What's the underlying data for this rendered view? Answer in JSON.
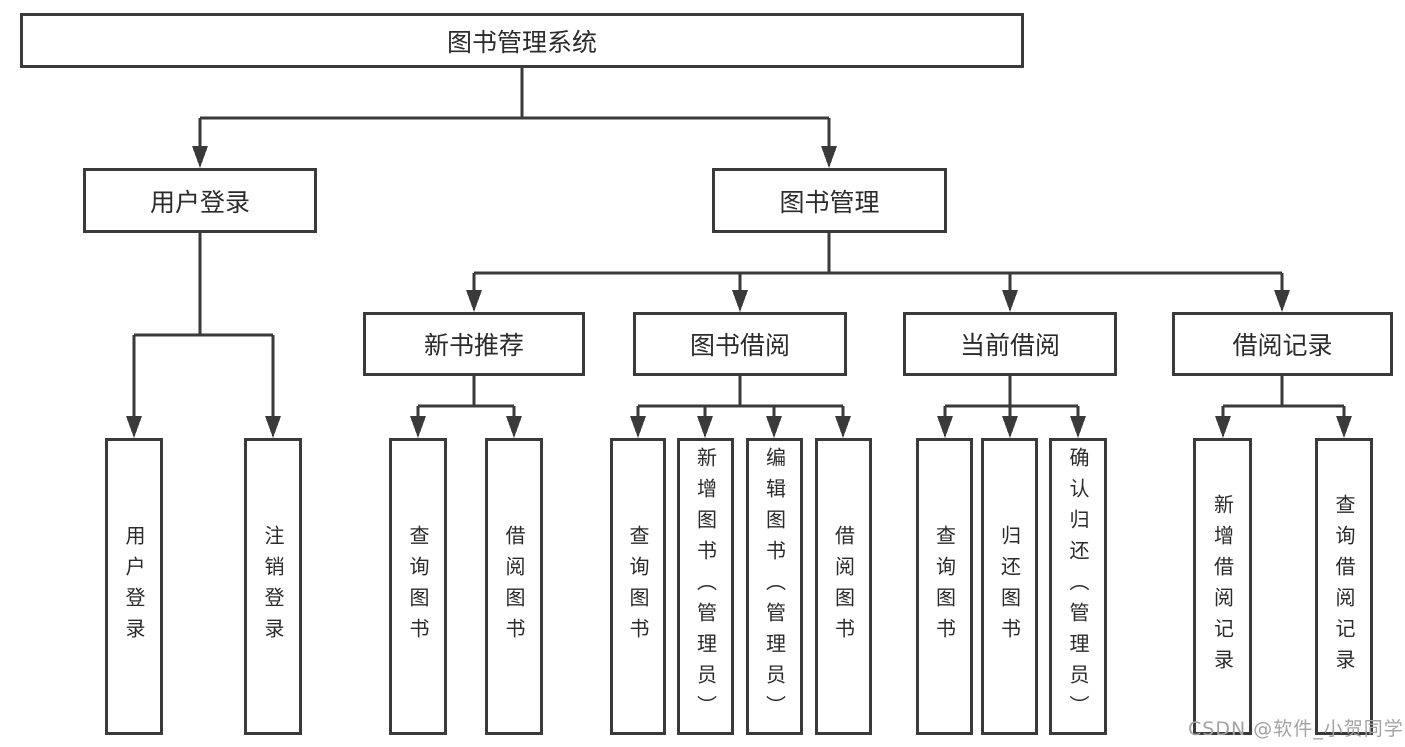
{
  "tree": {
    "label": "图书管理系统",
    "children": [
      {
        "label": "用户登录",
        "children": [
          {
            "label": "用户登录"
          },
          {
            "label": "注销登录"
          }
        ]
      },
      {
        "label": "图书管理",
        "children": [
          {
            "label": "新书推荐",
            "children": [
              {
                "label": "查询图书"
              },
              {
                "label": "借阅图书"
              }
            ]
          },
          {
            "label": "图书借阅",
            "children": [
              {
                "label": "查询图书"
              },
              {
                "label": "新增图书（管理员）"
              },
              {
                "label": "编辑图书（管理员）"
              },
              {
                "label": "借阅图书"
              }
            ]
          },
          {
            "label": "当前借阅",
            "children": [
              {
                "label": "查询图书"
              },
              {
                "label": "归还图书"
              },
              {
                "label": "确认归还（管理员）"
              }
            ]
          },
          {
            "label": "借阅记录",
            "children": [
              {
                "label": "新增借阅记录"
              },
              {
                "label": "查询借阅记录"
              }
            ]
          }
        ]
      }
    ]
  },
  "watermark": {
    "text": "CSDN @软件_小贺同学"
  },
  "colors": {
    "line": "#3a3a3a",
    "text": "#2b2b2b",
    "box_bg": "#ffffff",
    "watermark": "#a3a3a3"
  }
}
